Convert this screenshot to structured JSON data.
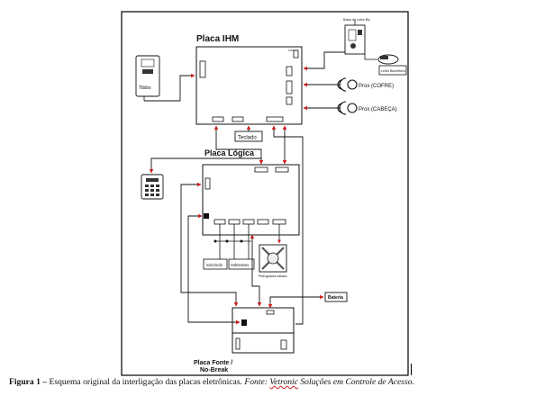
{
  "boards": {
    "ihm": "Placa IHM",
    "logica": "Placa Lógica",
    "fonte_line1": "Placa Fonte /",
    "fonte_line2": "No-Break"
  },
  "components": {
    "teclado": "Teclado",
    "prox_cofre": "Prox (COFRE)",
    "prox_cabeca": "Prox (CABEÇA)",
    "leitor_biometrico": "Leitor Biometrico",
    "bateria": "Bateria",
    "tibbo": "Tibbo",
    "sol1_sol2": "Sol1/Sol2",
    "sol_destrav": "SolDestrav",
    "pictograma": "Pictograma estado",
    "printer_label": "Botao de Leitor Bio"
  },
  "caption": {
    "label": "Figura 1 –",
    "text": " Esquema original da interligação  das placas eletrônicas. ",
    "source_label": "Fonte: ",
    "source_brand": "Vetronic",
    "source_rest": " Soluções em Controle de Acesso."
  },
  "colors": {
    "arrow": "#d01818",
    "line": "#111111"
  }
}
